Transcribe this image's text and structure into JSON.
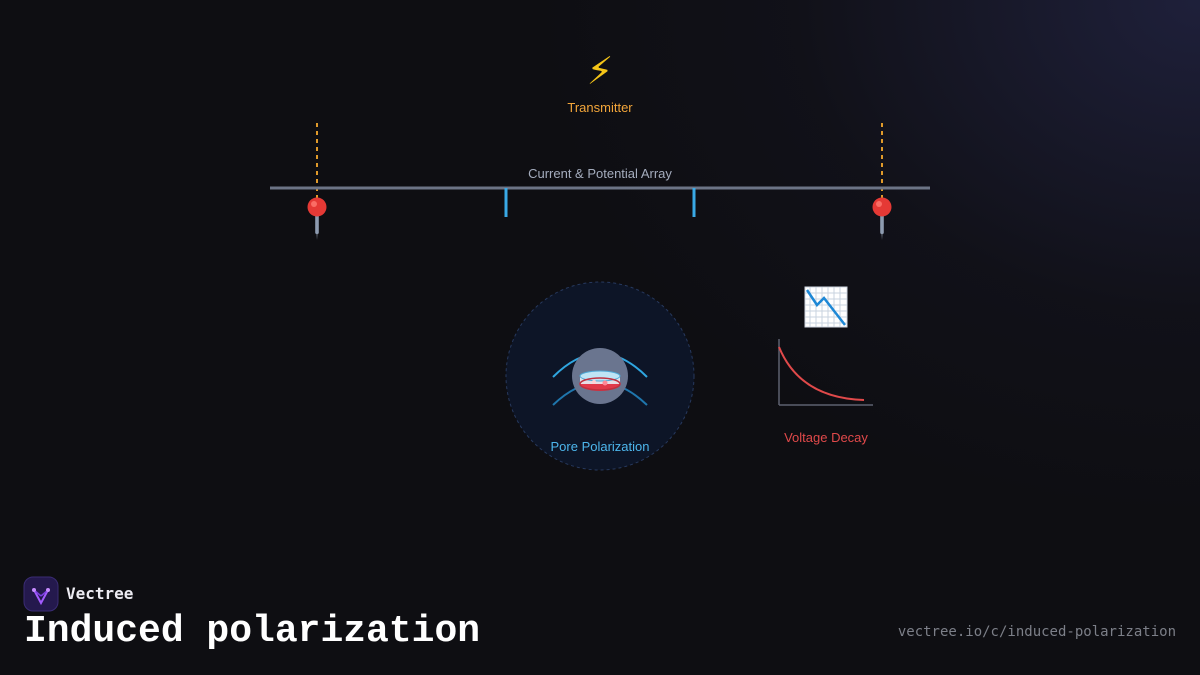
{
  "diagram": {
    "transmitter": {
      "label": "Transmitter",
      "icon": "lightning-bolt-icon",
      "color": "#f2a53a"
    },
    "array": {
      "label": "Current & Potential Array",
      "color": "#a4acbd"
    },
    "electrodes": {
      "current_icon": "pushpin-icon",
      "potential_color": "#39a9e6",
      "current_color": "#e53935"
    },
    "pore": {
      "label": "Pore Polarization",
      "icon": "petri-dish-icon",
      "color": "#4db6ec"
    },
    "decay": {
      "label": "Voltage Decay",
      "icon": "chart-decreasing-icon",
      "color": "#e0494a"
    }
  },
  "brand": {
    "name": "Vectree",
    "logo_color": "#9b4dff"
  },
  "page": {
    "title": "Induced polarization",
    "url": "vectree.io/c/induced-polarization"
  }
}
